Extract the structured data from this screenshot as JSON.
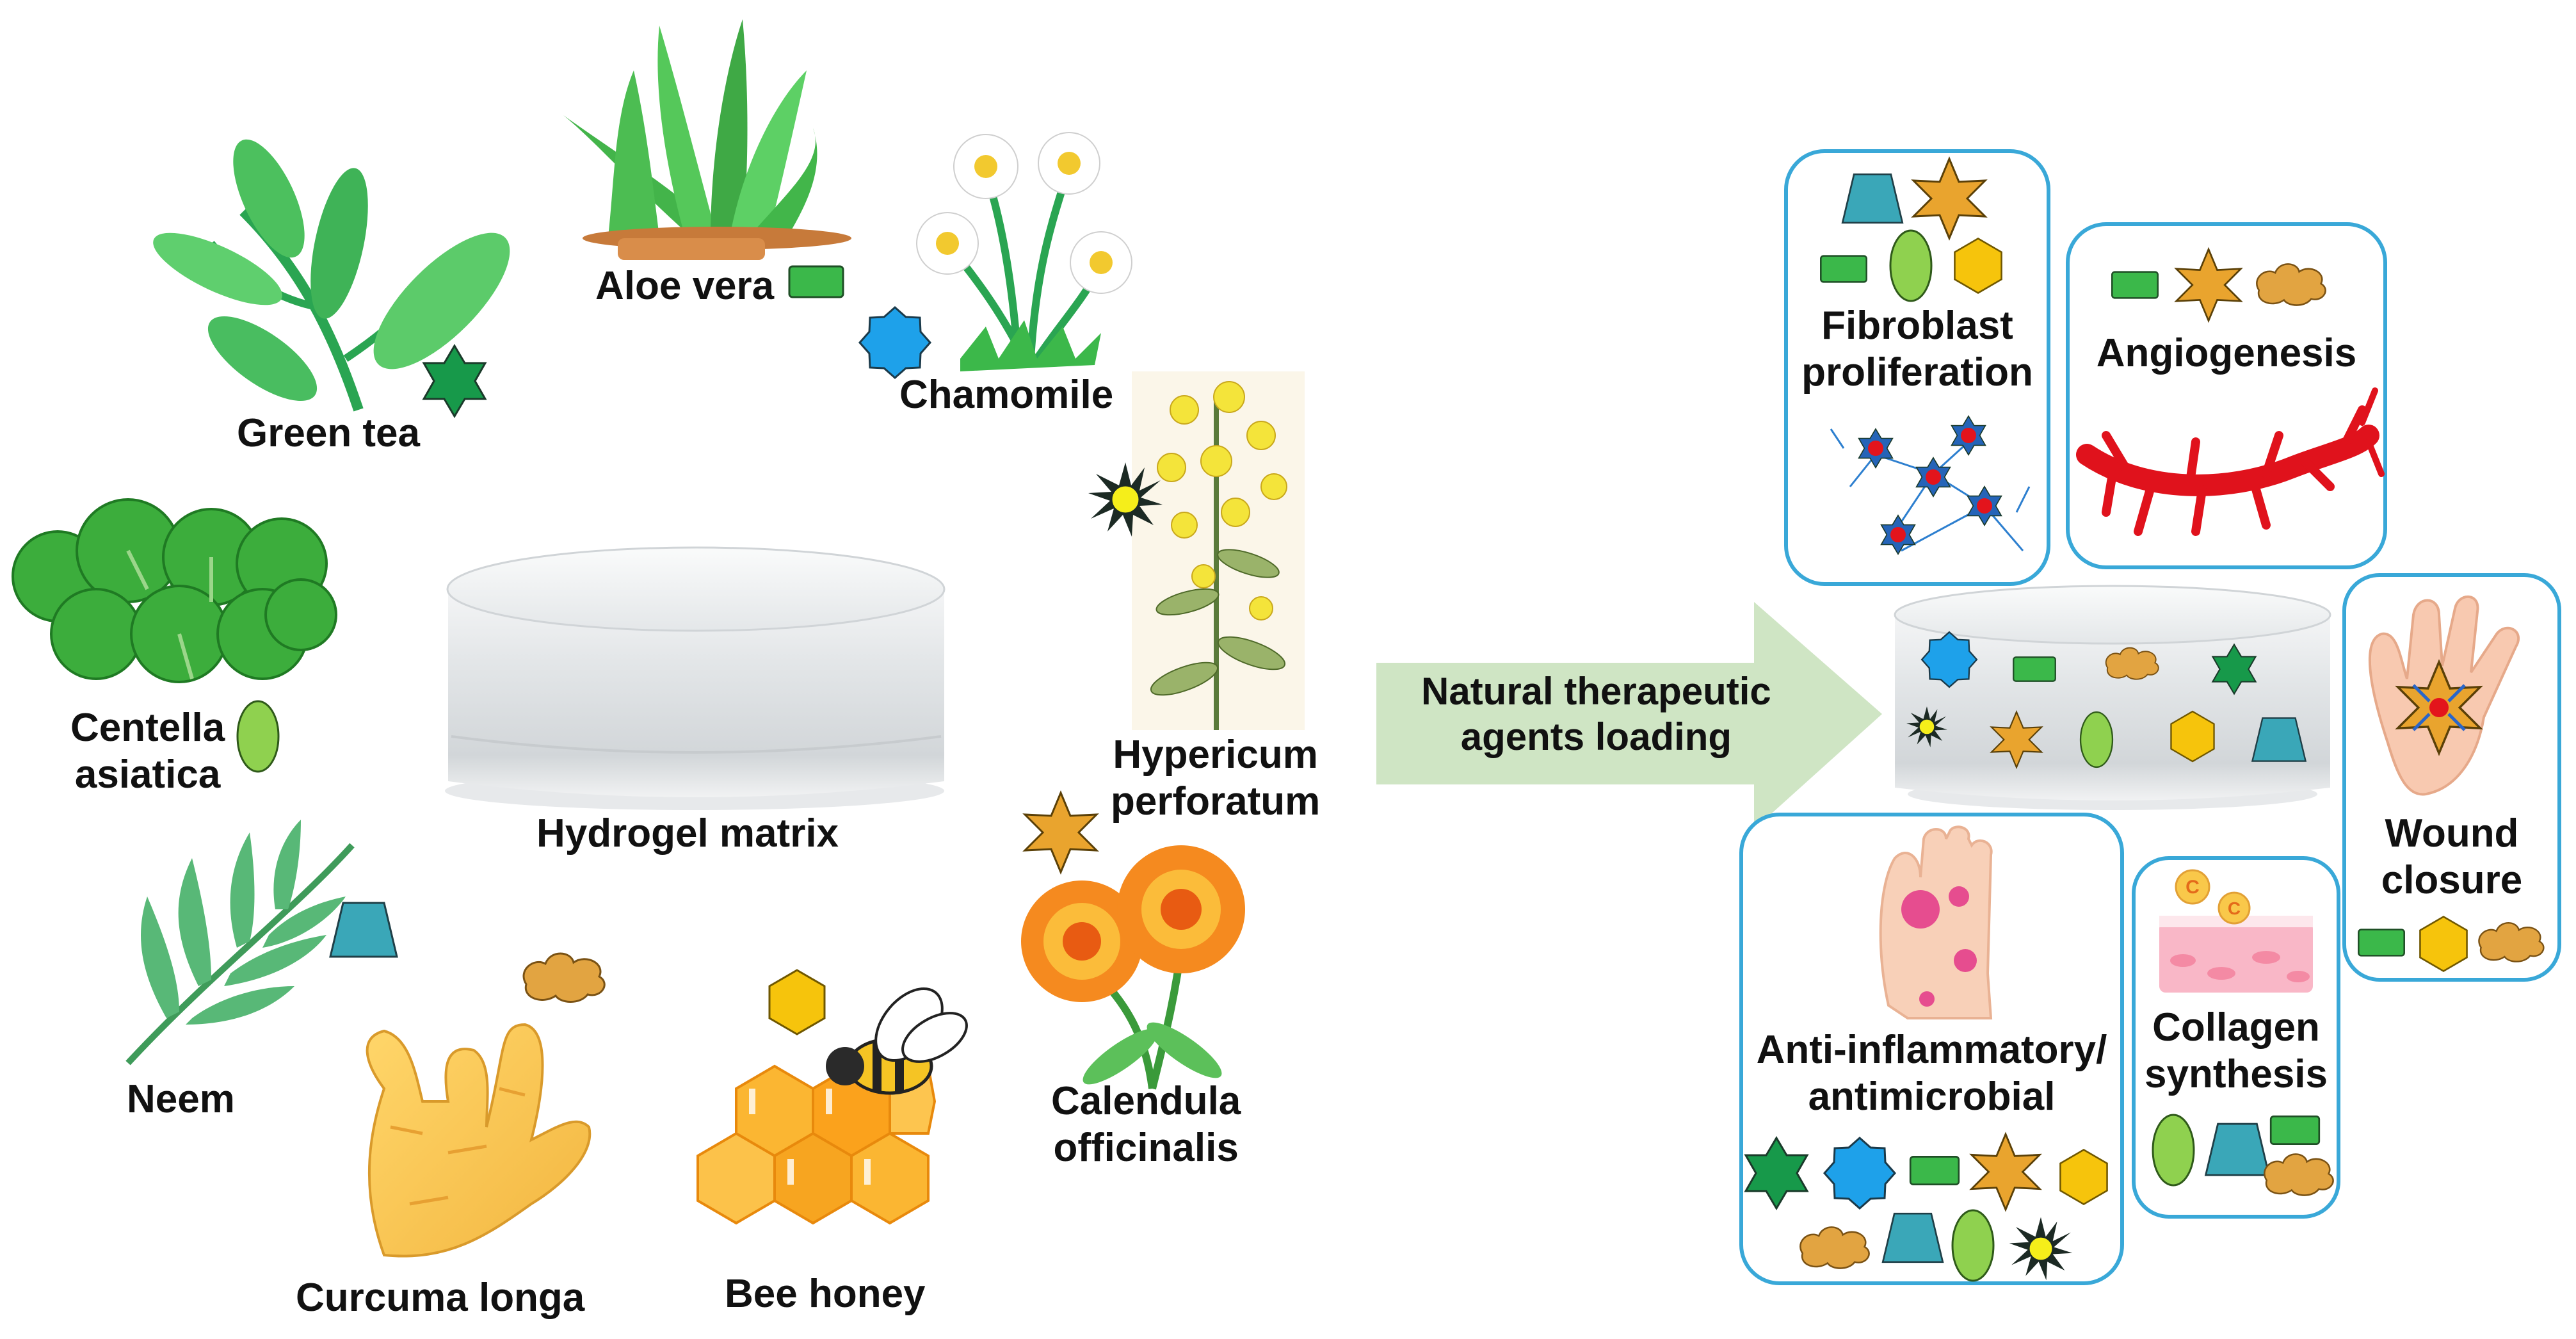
{
  "plants": {
    "green_tea": "Green tea",
    "aloe_vera": "Aloe vera",
    "chamomile": "Chamomile",
    "centella": [
      "Centella",
      "asiatica"
    ],
    "hypericum": [
      "Hypericum",
      "perforatum"
    ],
    "neem": "Neem",
    "curcuma": "Curcuma longa",
    "bee_honey": "Bee honey",
    "calendula": [
      "Calendula",
      "officinalis"
    ]
  },
  "center": {
    "hydrogel": "Hydrogel matrix"
  },
  "arrow": {
    "label": [
      "Natural therapeutic",
      "agents loading"
    ]
  },
  "effects": {
    "fibroblast": [
      "Fibroblast",
      "proliferation"
    ],
    "angiogenesis": "Angiogenesis",
    "wound": [
      "Wound",
      "closure"
    ],
    "anti": [
      "Anti-inflammatory/",
      "antimicrobial"
    ],
    "collagen": [
      "Collagen",
      "synthesis"
    ]
  },
  "colors": {
    "box_border": "#39a8d8",
    "arrow": "#cfe5c4",
    "green_star": "#17994a",
    "blue_gear": "#1ea1ea",
    "green_rect": "#3bb84a",
    "green_oval": "#8fd14f",
    "teal_trap": "#3aa7b8",
    "orange_star": "#e9a42e",
    "yellow_hex": "#f6c40c",
    "cloud": "#e2a441",
    "sun": "#f5ee1a",
    "vessel_red": "#e0121c"
  }
}
